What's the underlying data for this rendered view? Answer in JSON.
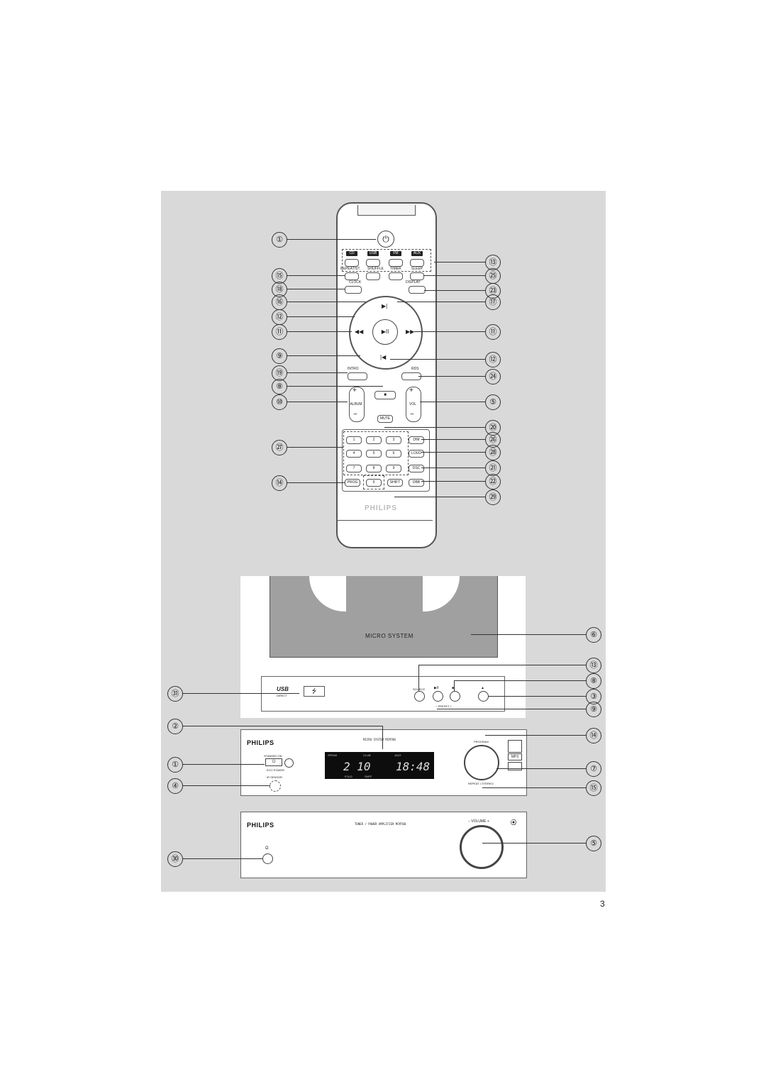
{
  "page_number": "3",
  "remote": {
    "sources": [
      "CD",
      "USB",
      "FM",
      "AUX"
    ],
    "labels": {
      "repeat_st": "REPEAT/ST.",
      "shuffle": "SHUFFLE",
      "timer": "TIMER",
      "sleep": "SLEEP",
      "clock": "CLOCK",
      "display": "DISPLAY",
      "intro": "INTRO",
      "rds": "RDS",
      "album": "ALBUM",
      "vol": "VOL",
      "mute": "MUTE",
      "dim": "DIM",
      "loud": "LOUD",
      "dsc": "DSC",
      "dbb": "DBB",
      "prog": "PROG",
      "shift": "SHIFT",
      "brand": "PHILIPS"
    },
    "keypad": [
      "1",
      "2",
      "3",
      "4",
      "5",
      "6",
      "7",
      "8",
      "9",
      "0"
    ],
    "nav": {
      "next": "▶|",
      "prev": "|◀",
      "rew": "◀◀",
      "ff": "▶▶",
      "play": "▶II",
      "power": "⏻",
      "stop": "■",
      "plus": "+",
      "minus": "−"
    }
  },
  "callouts_remote_left": [
    "①",
    "⑮",
    "⑱",
    "⑯",
    "⑫",
    "⑪",
    "⑨",
    "⑲",
    "⑧",
    "⑩",
    "㉗",
    "⑭"
  ],
  "callouts_remote_right": [
    "⑬",
    "㉕",
    "㉓",
    "⑰",
    "⑪",
    "⑫",
    "㉔",
    "⑤",
    "⑳",
    "㉖",
    "㉘",
    "㉑",
    "㉒",
    "㉙"
  ],
  "cd_unit": {
    "label": "MICRO SYSTEM",
    "usb_logo": "USB",
    "usb_direct": "DIRECT",
    "usb_symbol": "⭍",
    "source": "SOURCE",
    "preset": "− PRESET +",
    "play": "▶II",
    "stop": "■",
    "eject": "▲",
    "callouts_right": [
      "⑥",
      "⑬",
      "⑧",
      "③",
      "⑨"
    ],
    "callout_left": "㉛"
  },
  "main_unit": {
    "brand": "PHILIPS",
    "model": "MICRO SYSTEM MCM700",
    "standby": "STANDBY-ON",
    "eco": "ECO POWER",
    "ir": "IR SENSOR",
    "program": "PROGRAM",
    "repeat_stereo": "REPEAT • STEREO",
    "display_tags": [
      "SPEAK",
      "CLUB",
      "JAZZ"
    ],
    "display_left": "2 10",
    "display_right": "18:48",
    "display_sub": [
      "FOLD",
      "SHFF"
    ],
    "mp3": "MP3",
    "callouts_left": [
      "②",
      "①",
      "④"
    ],
    "callouts_right": [
      "⑭",
      "⑦",
      "⑮"
    ]
  },
  "amp_unit": {
    "brand": "PHILIPS",
    "model": "TUNER / POWER AMPLIFIER MCM700",
    "volume": "− VOLUME +",
    "headphone": "Ω",
    "callout_left": "㉚",
    "callout_right": "⑤"
  }
}
